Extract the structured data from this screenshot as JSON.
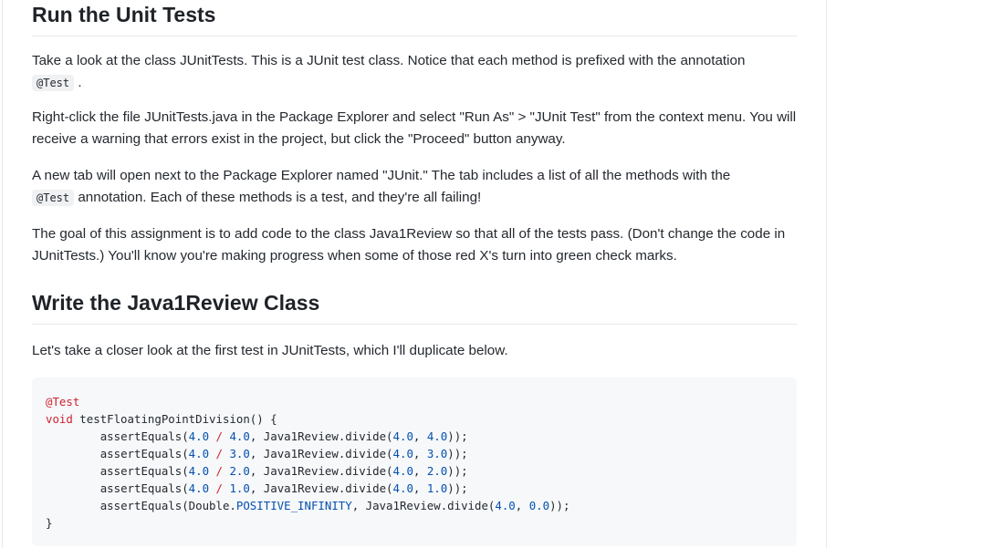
{
  "sections": {
    "run_tests": {
      "heading": "Run the Unit Tests",
      "p1_text": "Take a look at the class JUnitTests. This is a JUnit test class. Notice that each method is prefixed with the annotation",
      "p1_code": "@Test",
      "p1_end": ".",
      "p2": "Right-click the file JUnitTests.java in the Package Explorer and select \"Run As\" > \"JUnit Test\" from the context menu. You will receive a warning that errors exist in the project, but click the \"Proceed\" button anyway.",
      "p3_text": "A new tab will open next to the Package Explorer named \"JUnit.\" The tab includes a list of all the methods with the",
      "p3_code": "@Test",
      "p3_end": "annotation. Each of these methods is a test, and they're all failing!",
      "p4": "The goal of this assignment is to add code to the class Java1Review so that all of the tests pass. (Don't change the code in JUnitTests.) You'll know you're making progress when some of those red X's turn into green check marks."
    },
    "write_class": {
      "heading": "Write the Java1Review Class",
      "p1": "Let's take a closer look at the first test in JUnitTests, which I'll duplicate below."
    }
  },
  "code_block": {
    "annotation": "@Test",
    "void_kw": "void",
    "method_sig": " testFloatingPointDivision() {",
    "assert_fn": "assertEquals(",
    "lines": [
      {
        "dividend": "4.0",
        "divisor": "4.0",
        "call": "Java1Review.divide(",
        "arg1": "4.0",
        "arg2": "4.0"
      },
      {
        "dividend": "4.0",
        "divisor": "3.0",
        "call": "Java1Review.divide(",
        "arg1": "4.0",
        "arg2": "3.0"
      },
      {
        "dividend": "4.0",
        "divisor": "2.0",
        "call": "Java1Review.divide(",
        "arg1": "4.0",
        "arg2": "2.0"
      },
      {
        "dividend": "4.0",
        "divisor": "1.0",
        "call": "Java1Review.divide(",
        "arg1": "4.0",
        "arg2": "1.0"
      }
    ],
    "last_line": {
      "prefix": "Double.",
      "constant": "POSITIVE_INFINITY",
      "call": "Java1Review.divide(",
      "arg1": "4.0",
      "arg2": "0.0"
    },
    "close_brace": "}"
  }
}
